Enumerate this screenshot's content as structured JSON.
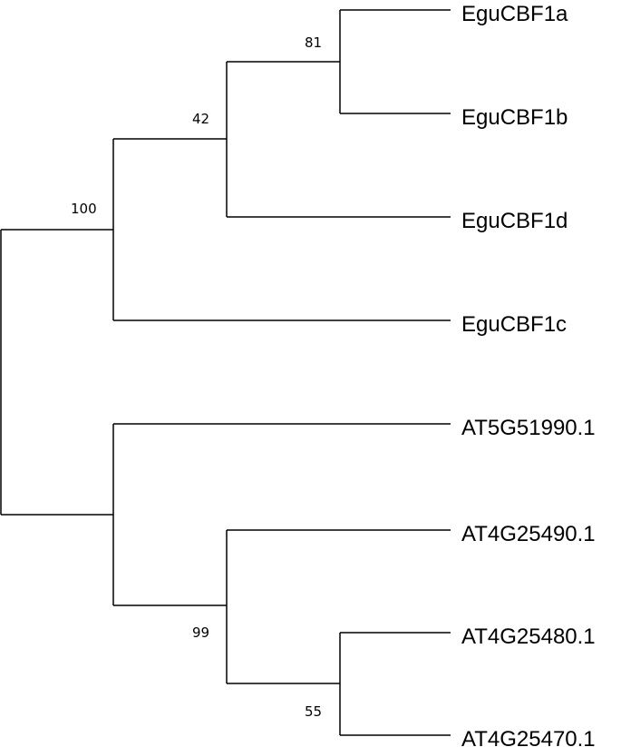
{
  "tree": {
    "leaves": [
      {
        "id": "egucbf1a",
        "label": "EguCBF1a"
      },
      {
        "id": "egucbf1b",
        "label": "EguCBF1b"
      },
      {
        "id": "egucbf1d",
        "label": "EguCBF1d"
      },
      {
        "id": "egucbf1c",
        "label": "EguCBF1c"
      },
      {
        "id": "at5g51990",
        "label": "AT5G51990.1"
      },
      {
        "id": "at4g25490",
        "label": "AT4G25490.1"
      },
      {
        "id": "at4g25480",
        "label": "AT4G25480.1"
      },
      {
        "id": "at4g25470",
        "label": "AT4G25470.1"
      }
    ],
    "support_values": {
      "clade_egucbf1a_egucbf1b": "81",
      "clade_egucbf1abd": "42",
      "clade_egu_all": "100",
      "clade_at4g_all": "99",
      "clade_at4g25480_at4g25470": "55"
    }
  }
}
